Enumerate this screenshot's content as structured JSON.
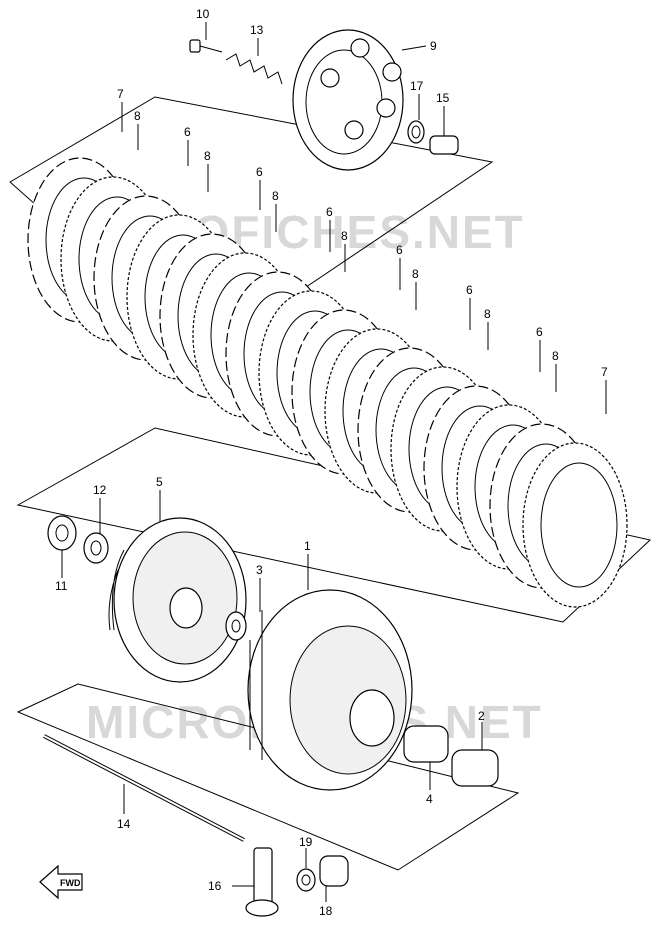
{
  "watermarks": [
    "MICROFICHES.NET",
    "MICROFICHES.NET"
  ],
  "fwd_label": "FWD",
  "callouts": [
    "1",
    "2",
    "3",
    "4",
    "5",
    "6",
    "7",
    "8",
    "9",
    "10",
    "11",
    "12",
    "13",
    "14",
    "15",
    "16",
    "17",
    "18",
    "19"
  ]
}
